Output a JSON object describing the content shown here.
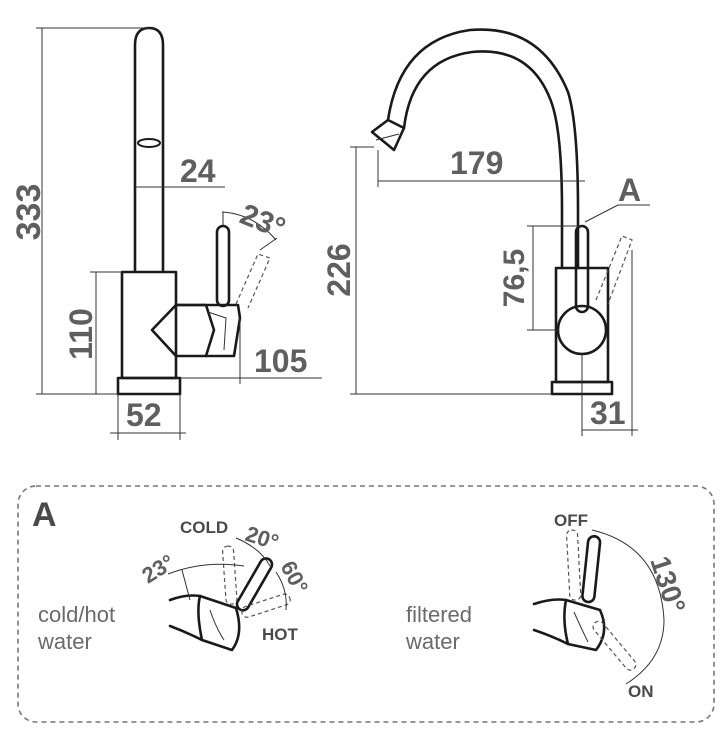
{
  "dimensions": {
    "height_total": "333",
    "spout_diameter": "24",
    "lever_angle": "23°",
    "body_height": "110",
    "base_diameter": "52",
    "lever_reach": "105",
    "spout_reach": "179",
    "spout_height": "226",
    "lever_height": "76,5",
    "detail_marker": "A",
    "filter_lever_offset": "31"
  },
  "detail": {
    "title": "A",
    "left": {
      "caption_line1": "cold/hot",
      "caption_line2": "water",
      "cold_label": "COLD",
      "hot_label": "HOT",
      "angle_side": "23°",
      "angle_cold": "20°",
      "angle_hot": "60°"
    },
    "right": {
      "caption_line1": "filtered",
      "caption_line2": "water",
      "off_label": "OFF",
      "on_label": "ON",
      "angle": "130°"
    }
  }
}
